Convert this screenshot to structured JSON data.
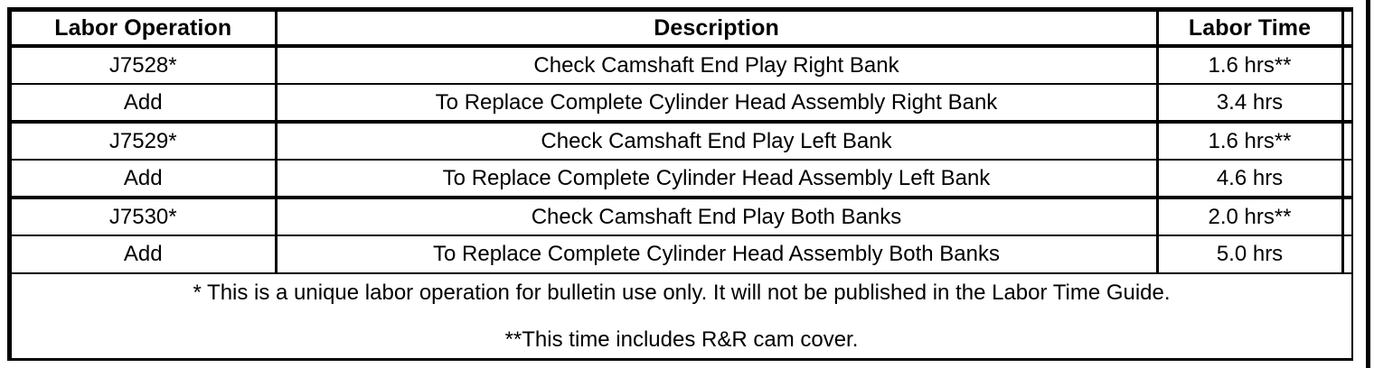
{
  "table": {
    "headers": {
      "labor_operation": "Labor Operation",
      "description": "Description",
      "labor_time": "Labor Time",
      "spacer": ""
    },
    "rows": [
      {
        "labor_operation": "J7528*",
        "description": "Check Camshaft End Play Right Bank",
        "labor_time": "1.6 hrs**",
        "spacer": ""
      },
      {
        "labor_operation": "Add",
        "description": "To Replace Complete Cylinder Head Assembly Right Bank",
        "labor_time": "3.4 hrs",
        "spacer": ""
      },
      {
        "labor_operation": "J7529*",
        "description": "Check Camshaft End Play Left Bank",
        "labor_time": "1.6 hrs**",
        "spacer": ""
      },
      {
        "labor_operation": "Add",
        "description": "To Replace Complete Cylinder Head Assembly Left Bank",
        "labor_time": "4.6 hrs",
        "spacer": ""
      },
      {
        "labor_operation": "J7530*",
        "description": "Check Camshaft End Play Both Banks",
        "labor_time": "2.0 hrs**",
        "spacer": ""
      },
      {
        "labor_operation": "Add",
        "description": "To Replace Complete Cylinder Head Assembly Both Banks",
        "labor_time": "5.0 hrs",
        "spacer": ""
      }
    ],
    "footnotes": {
      "single_asterisk": "* This is a unique labor operation for bulletin use only. It will not be published in the Labor Time Guide.",
      "double_asterisk": "**This time includes R&R cam cover."
    }
  },
  "colors": {
    "border": "#000000",
    "text": "#000000",
    "background": "#ffffff"
  }
}
